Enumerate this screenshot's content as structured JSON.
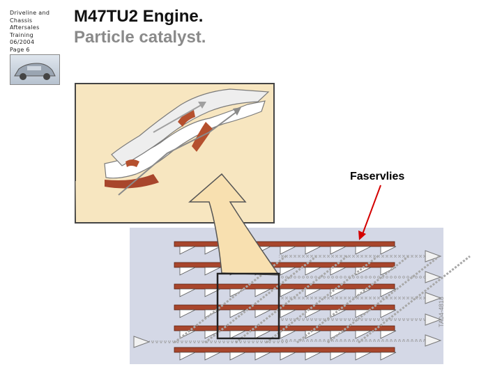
{
  "sidebar": {
    "lines": [
      "Driveline and",
      "Chassis",
      "Aftersales",
      "Training",
      "06/2004",
      "Page 6"
    ],
    "thumbnail_icon": "car-thumbnail-icon"
  },
  "header": {
    "title": "M47TU2 Engine.",
    "subtitle": "Particle catalyst."
  },
  "figure": {
    "callout_label": "Faservlies",
    "image_code": "TA04-4818"
  },
  "colors": {
    "detail_bg": "#f7e6c0",
    "arrow_fill": "#f8e0b0",
    "plate": "#a8462c",
    "callout_arrow": "#d40000",
    "panel_bg": "#d4d8e6"
  }
}
